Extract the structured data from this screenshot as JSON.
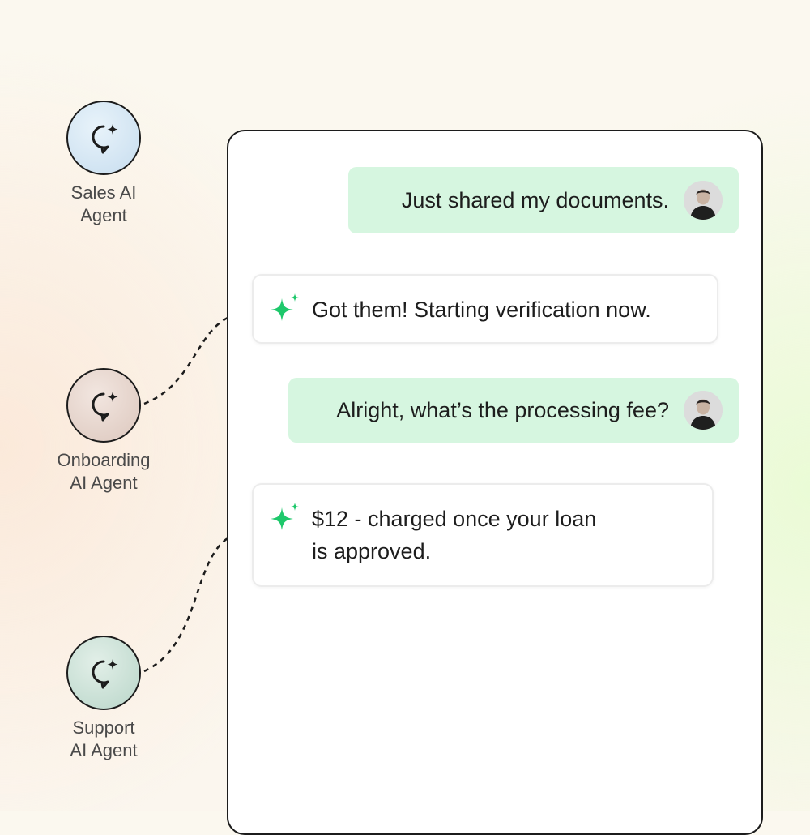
{
  "agents": [
    {
      "label": "Sales AI\nAgent",
      "icon": "chat-sparkle-icon"
    },
    {
      "label": "Onboarding\nAI Agent",
      "icon": "chat-sparkle-icon"
    },
    {
      "label": "Support\nAI Agent",
      "icon": "chat-sparkle-icon"
    }
  ],
  "chat": {
    "messages": [
      {
        "sender": "user",
        "text": "Just shared my documents."
      },
      {
        "sender": "ai",
        "text": "Got them! Starting verification now."
      },
      {
        "sender": "user",
        "text": "Alright, what’s the processing fee?"
      },
      {
        "sender": "ai",
        "text": "$12 - charged once your loan\nis approved."
      }
    ]
  },
  "colors": {
    "user_bubble": "#d6f6e0",
    "sparkle": "#1ec86b",
    "border": "#1c1c1c"
  }
}
